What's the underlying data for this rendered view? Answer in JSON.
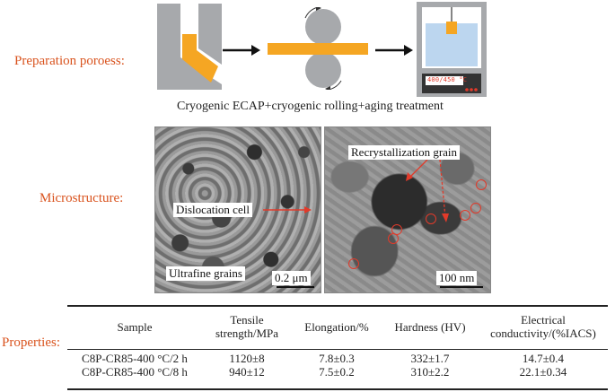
{
  "preparation": {
    "label": "Preparation poroess:",
    "caption": "Cryogenic ECAP+cryogenic rolling+aging treatment",
    "furnace_display": "400/450 °C"
  },
  "microstructure": {
    "label": "Microstructure:",
    "left_labels": {
      "dislocation": "Dislocation cell",
      "ultrafine": "Ultrafine grains",
      "scale": "0.2 μm"
    },
    "right_labels": {
      "recrystal": "Recrystallization grain",
      "scale": "100 nm"
    }
  },
  "properties": {
    "label": "Properties:",
    "headers": [
      "Sample",
      "Tensile strength/MPa",
      "Elongation/%",
      "Hardness (HV)",
      "Electrical conductivity/(%IACS)"
    ],
    "header_lines": {
      "tensile": [
        "Tensile",
        "strength/MPa"
      ],
      "conductivity": [
        "Electrical",
        "conductivity/(%IACS)"
      ]
    },
    "rows": [
      [
        "C8P-CR85-400 °C/2 h",
        "1120±8",
        "7.8±0.3",
        "332±1.7",
        "14.7±0.4"
      ],
      [
        "C8P-CR85-400 °C/8 h",
        "940±12",
        "7.5±0.2",
        "310±2.2",
        "22.1±0.34"
      ]
    ]
  },
  "colors": {
    "label_orange": "#d9531e",
    "billet_orange": "#f5a623",
    "die_gray": "#a7a9ac",
    "marker_red": "#e23a2a"
  }
}
